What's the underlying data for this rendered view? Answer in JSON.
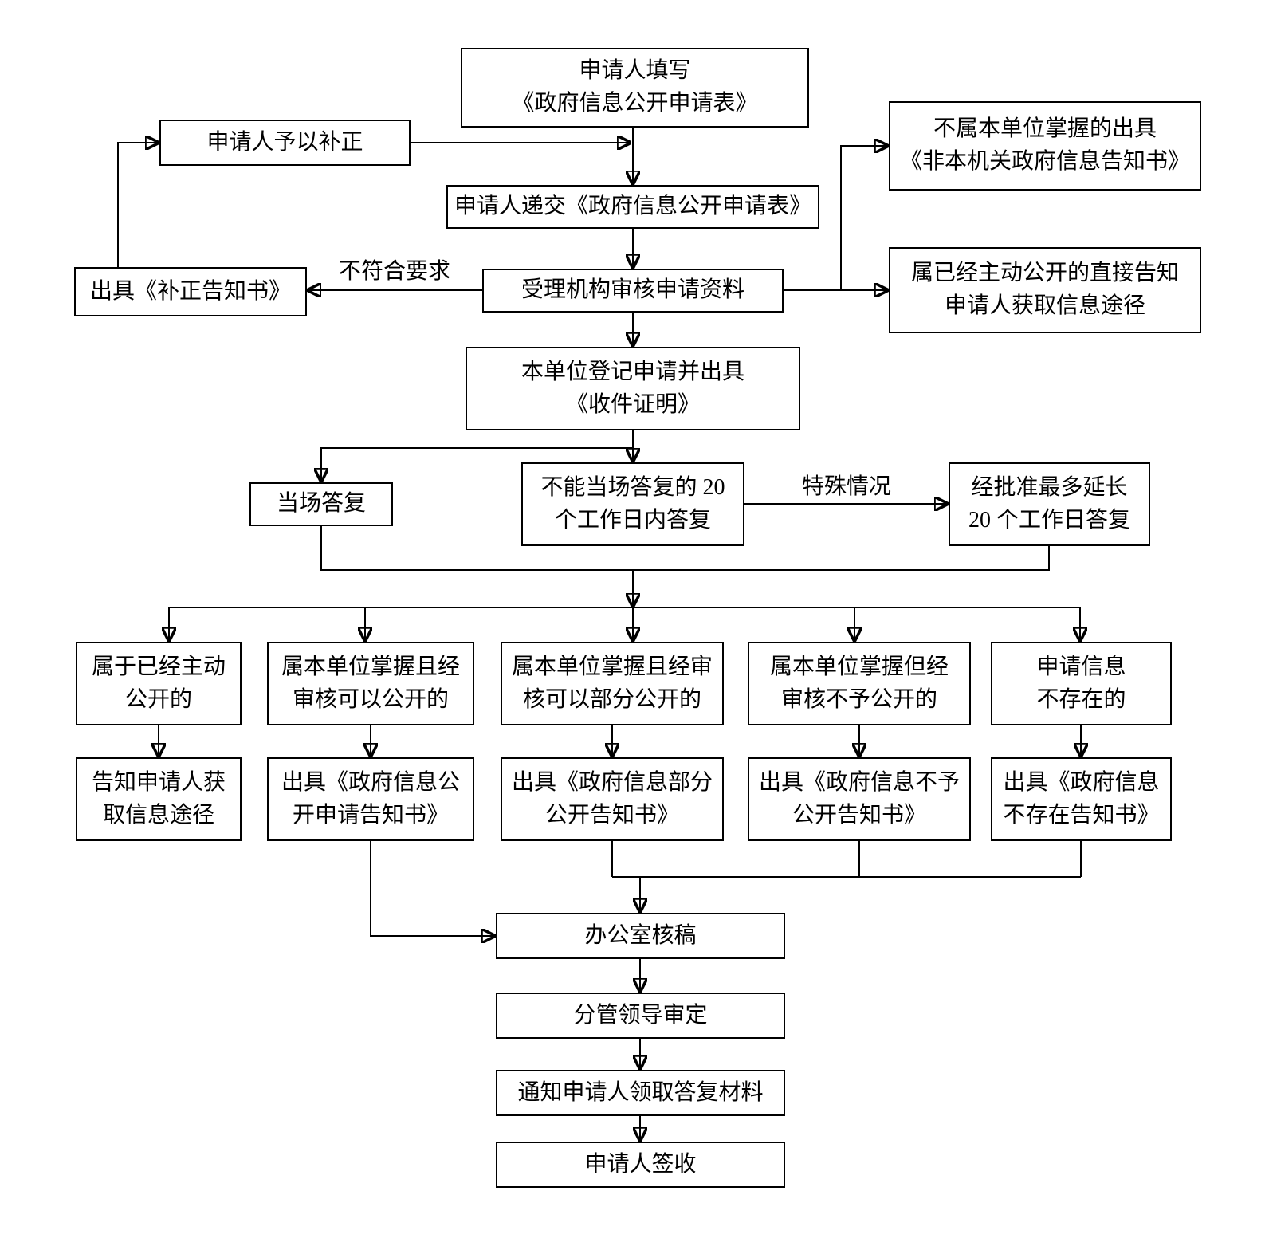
{
  "colors": {
    "background": "#ffffff",
    "line": "#000000",
    "text": "#000000"
  },
  "nodes": {
    "fill_form": "申请人填写\n《政府信息公开申请表》",
    "correct": "申请人予以补正",
    "submit_form": "申请人递交《政府信息公开申请表》",
    "not_held": "不属本单位掌握的出具\n《非本机关政府信息告知书》",
    "review": "受理机构审核申请资料",
    "already_public": "属已经主动公开的直接告知\n申请人获取信息途径",
    "correction_notice": "出具《补正告知书》",
    "register": "本单位登记申请并出具\n《收件证明》",
    "on_spot": "当场答复",
    "within_20": "不能当场答复的 20\n个工作日内答复",
    "extend_20": "经批准最多延长\n20 个工作日答复",
    "branch_already_public": "属于已经主动\n公开的",
    "branch_can_open": "属本单位掌握且经\n审核可以公开的",
    "branch_partial_open": "属本单位掌握且经审\n核可以部分公开的",
    "branch_not_open": "属本单位掌握但经\n审核不予公开的",
    "branch_not_exist": "申请信息\n不存在的",
    "out_inform_way": "告知申请人获\n取信息途径",
    "out_open_notice": "出具《政府信息公\n开申请告知书》",
    "out_partial_notice": "出具《政府信息部分\n公开告知书》",
    "out_refuse_notice": "出具《政府信息不予\n公开告知书》",
    "out_not_exist_notice": "出具《政府信息\n不存在告知书》",
    "office_review": "办公室核稿",
    "leader_approve": "分管领导审定",
    "notify_collect": "通知申请人领取答复材料",
    "sign_receipt": "申请人签收"
  },
  "edge_labels": {
    "not_meeting_requirements": "不符合要求",
    "special_case": "特殊情况"
  }
}
